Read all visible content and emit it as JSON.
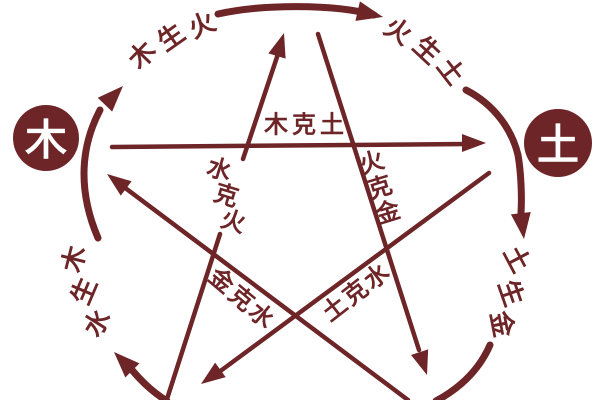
{
  "colors": {
    "ink": "#6E2527",
    "background": "#FFFFFF"
  },
  "nodes": [
    {
      "element": "wood",
      "char": "木"
    },
    {
      "element": "earth",
      "char": "土"
    }
  ],
  "labels": {
    "generating": [
      {
        "id": "wood-generates-fire",
        "text": "木生火",
        "chars": [
          "木",
          "生",
          "火"
        ]
      },
      {
        "id": "fire-generates-earth",
        "text": "火生土",
        "chars": [
          "火",
          "生",
          "土"
        ]
      },
      {
        "id": "earth-generates-metal",
        "text": "土生金",
        "chars": [
          "土",
          "生",
          "金"
        ]
      },
      {
        "id": "water-generates-wood",
        "text": "水生木",
        "chars": [
          "水",
          "生",
          "木"
        ]
      }
    ],
    "overcoming": [
      {
        "id": "wood-overcomes-earth",
        "text": "木克土",
        "chars": [
          "木",
          "克",
          "土"
        ]
      },
      {
        "id": "water-overcomes-fire",
        "text": "水克火",
        "chars": [
          "水",
          "克",
          "火"
        ]
      },
      {
        "id": "fire-overcomes-metal",
        "text": "火克金",
        "chars": [
          "火",
          "克",
          "金"
        ]
      },
      {
        "id": "earth-overcomes-water",
        "text": "土克水",
        "chars": [
          "土",
          "克",
          "水"
        ]
      },
      {
        "id": "metal-overcomes-water",
        "text": "金克水",
        "chars": [
          "金",
          "克",
          "水"
        ]
      }
    ]
  }
}
